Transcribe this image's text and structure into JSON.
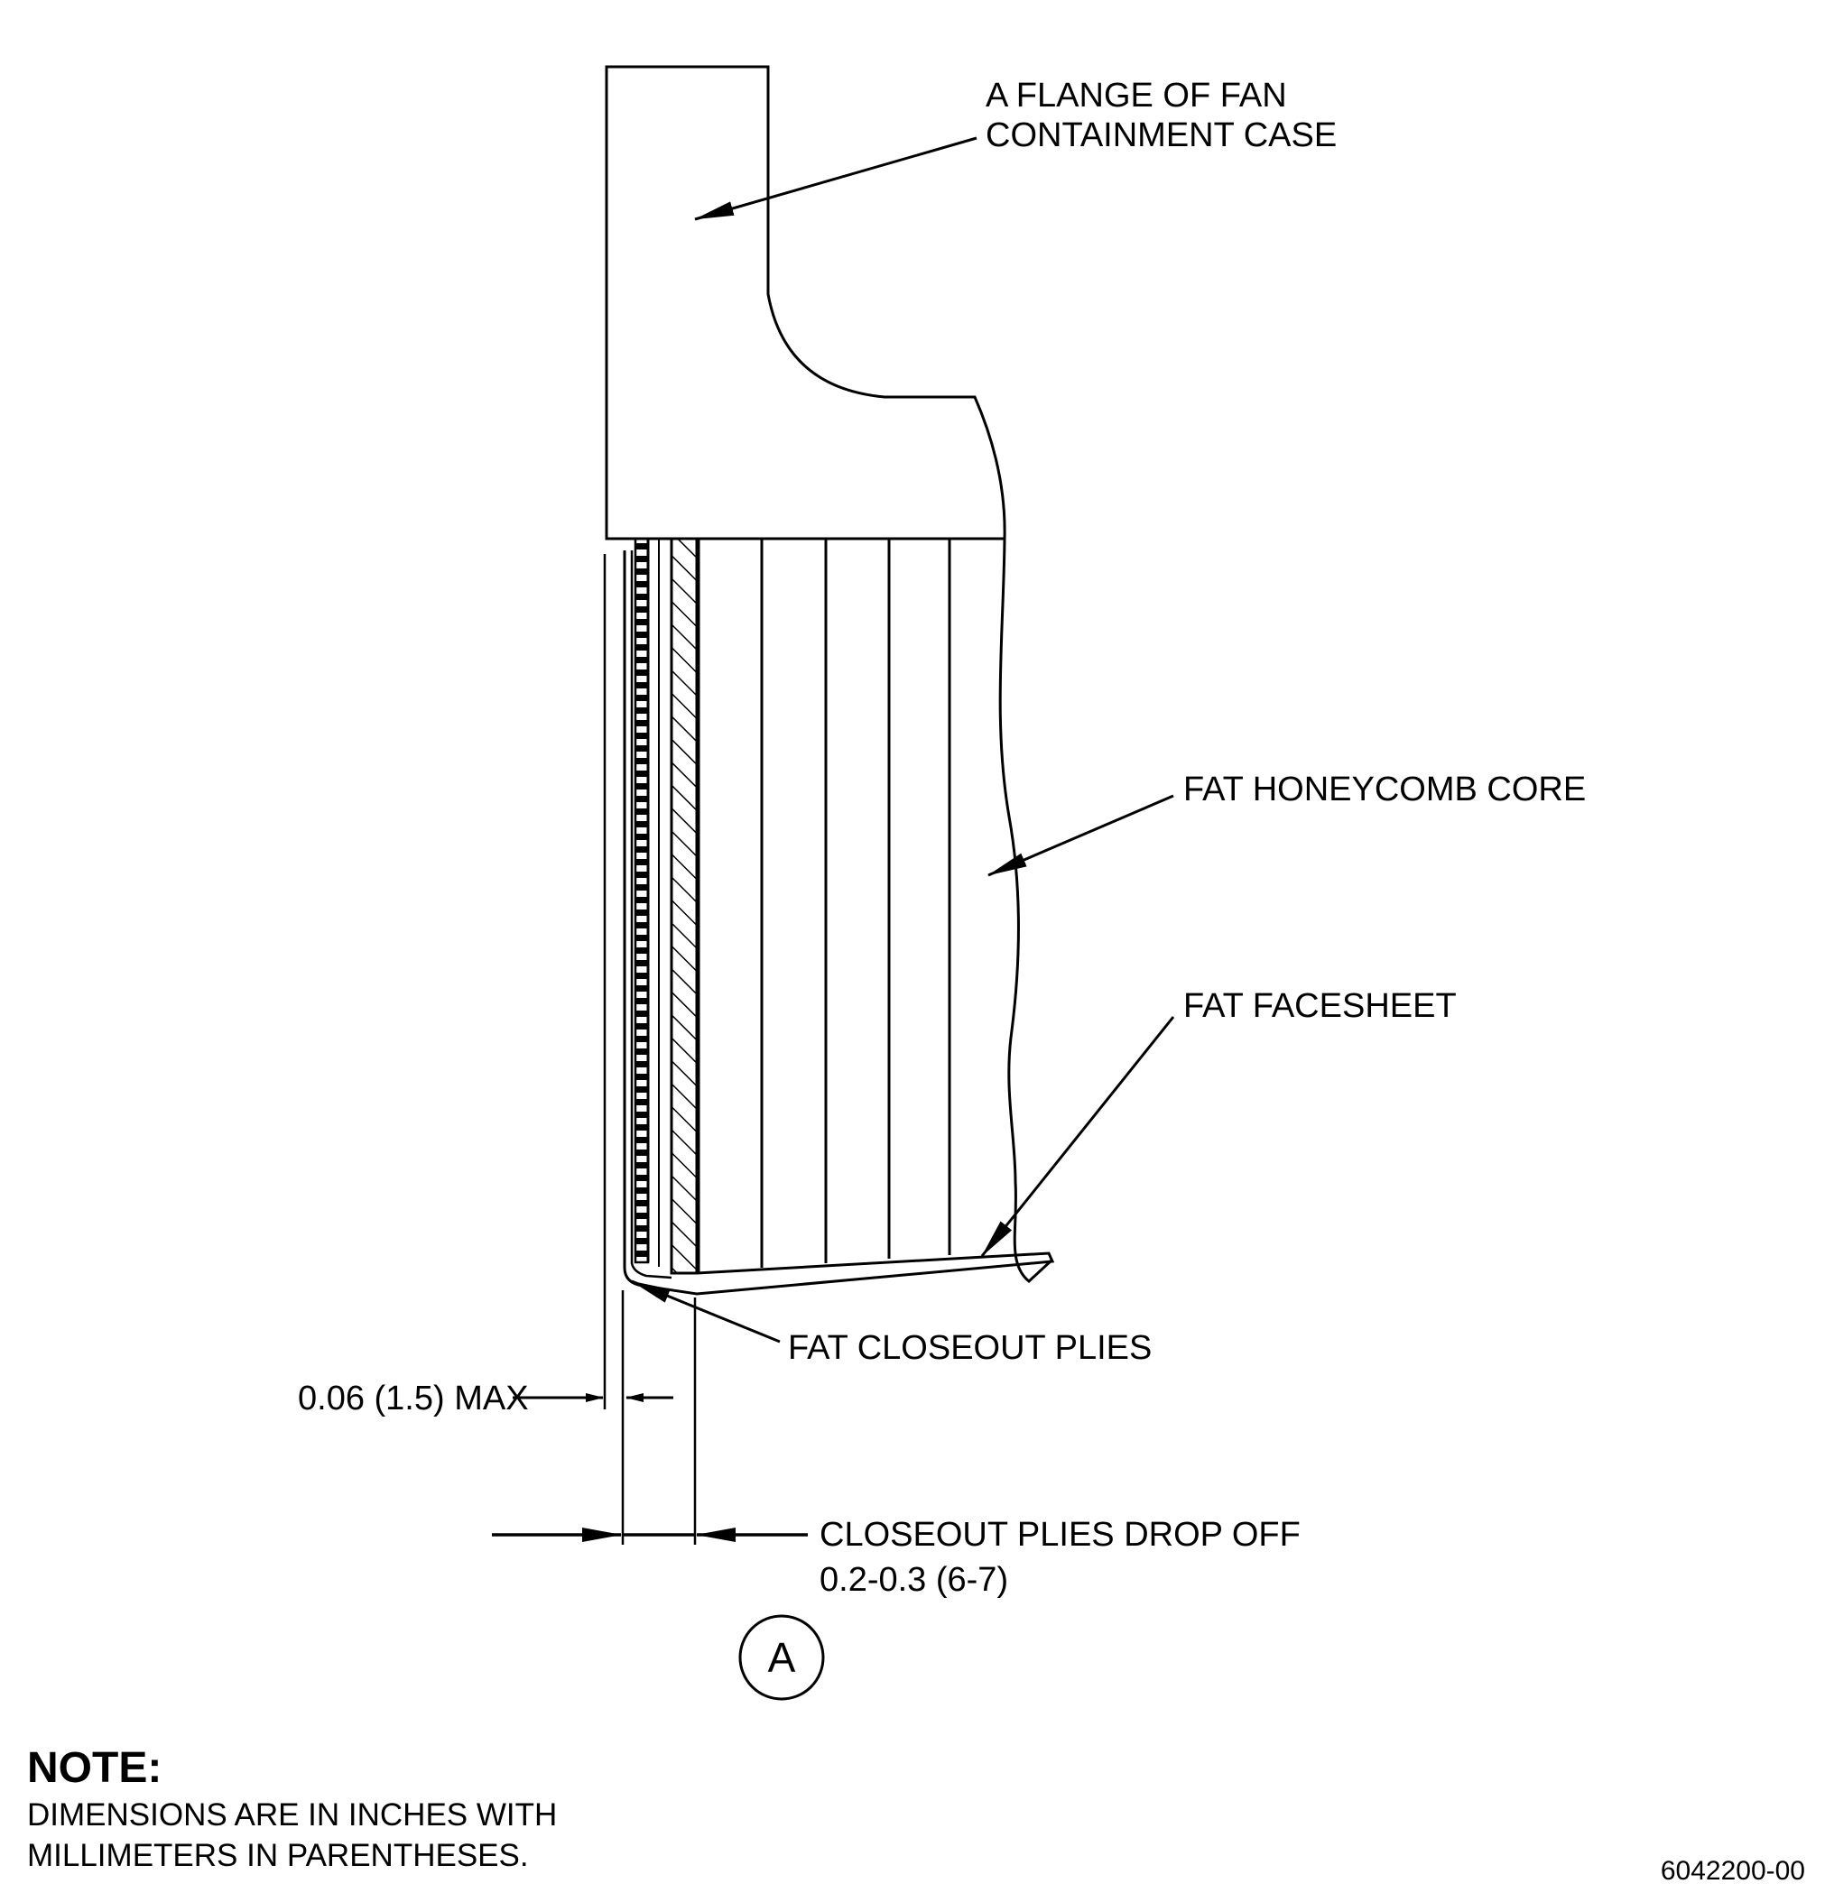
{
  "labels": {
    "flange_line1": "A FLANGE OF FAN",
    "flange_line2": "CONTAINMENT CASE",
    "honeycomb": "FAT HONEYCOMB CORE",
    "facesheet": "FAT FACESHEET",
    "closeout_plies": "FAT CLOSEOUT PLIES",
    "gap_dimension": "0.06 (1.5) MAX",
    "dropoff_line1": "CLOSEOUT PLIES DROP OFF",
    "dropoff_line2": "0.2-0.3 (6-7)"
  },
  "view_reference": "A",
  "note": {
    "title": "NOTE:",
    "line1": "DIMENSIONS ARE IN INCHES WITH",
    "line2": "MILLIMETERS IN PARENTHESES."
  },
  "figure_number": "6042200-00",
  "colors": {
    "ink": "#000000",
    "paper": "#ffffff"
  }
}
